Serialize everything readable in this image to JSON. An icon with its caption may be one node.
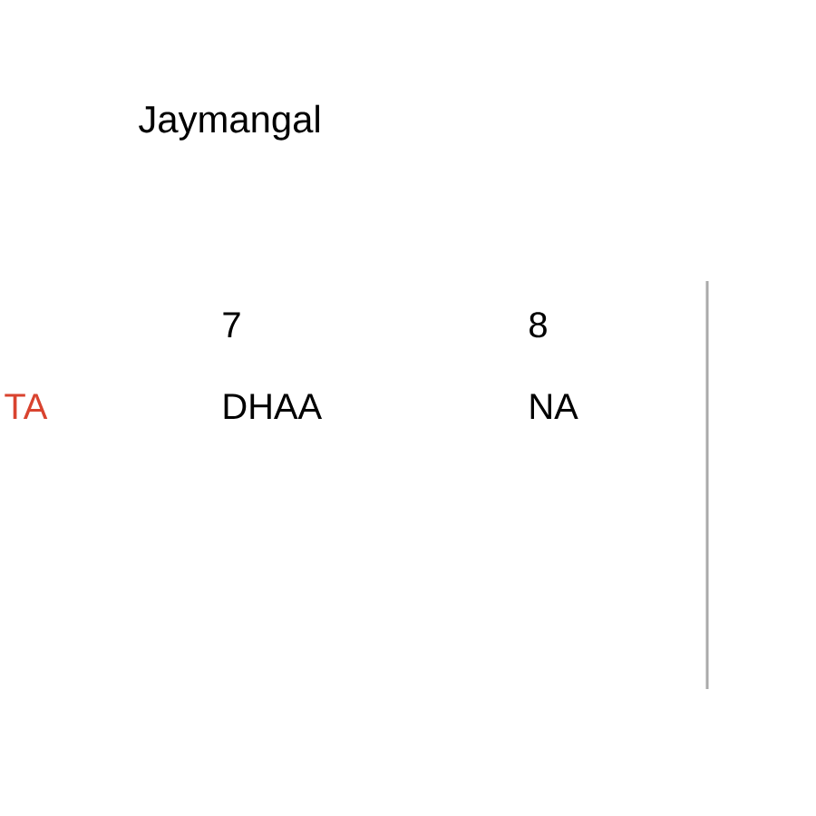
{
  "diagram": {
    "title": "Jaymangal",
    "labels": [
      "7",
      "8",
      "TA",
      "DHAA",
      "NA"
    ]
  }
}
